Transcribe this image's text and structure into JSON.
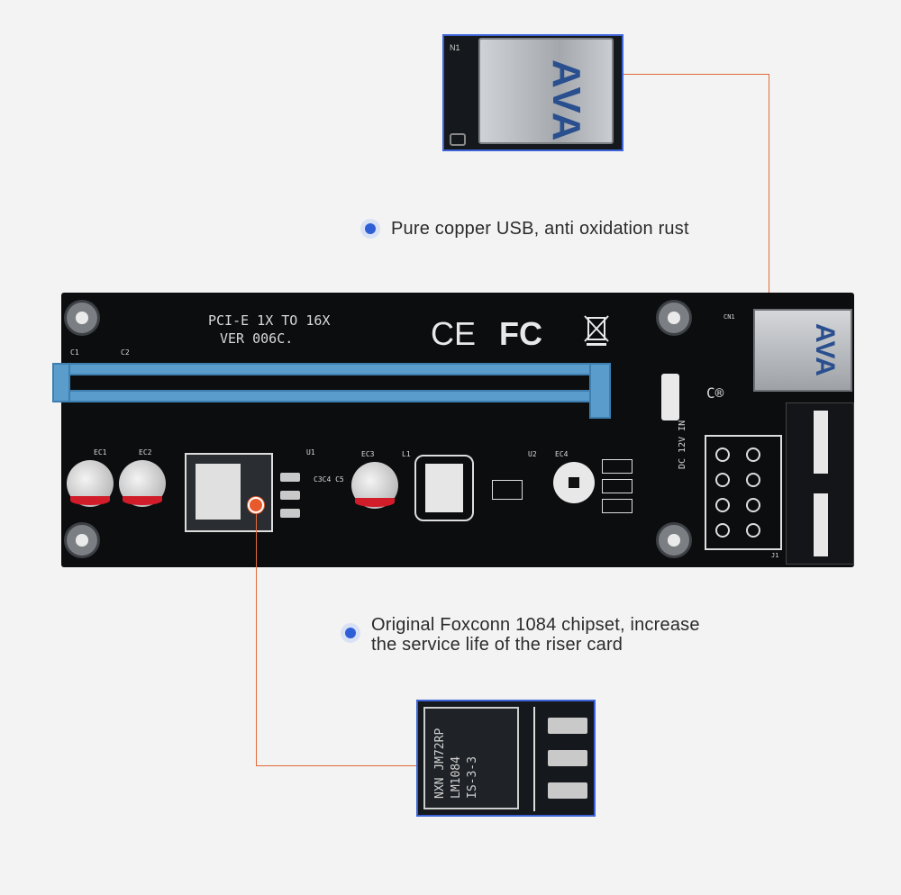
{
  "callouts": {
    "usb": {
      "text": "Pure copper USB, anti oxidation rust"
    },
    "chipset": {
      "line1": "Original Foxconn 1084 chipset, increase",
      "line2": "the service life of the riser card"
    }
  },
  "board": {
    "model_line1": "PCI-E 1X TO 16X",
    "model_line2": "VER 006C.",
    "cert_ce": "CE",
    "cert_fc": "FC",
    "usb_label": "CN1",
    "power_label": "DC 12V IN",
    "ec1": "EC1",
    "ec2": "EC2",
    "ec3": "EC3",
    "ec4": "EC4",
    "u1": "U1",
    "u2": "U2",
    "l1": "L1",
    "c_labels": "C3C4 C5",
    "c1": "C1",
    "c2": "C2",
    "j1": "J1",
    "usb_brand": "AVA"
  },
  "zoom_usb": {
    "brand": "AVA",
    "label": "N1"
  },
  "zoom_chip": {
    "line1": "NXN JM72RP",
    "line2": "LM1084",
    "line3": "IS-3-3"
  },
  "colors": {
    "accent": "#3d63d8",
    "leader": "#e26a3a",
    "slot": "#5a9ccc"
  }
}
